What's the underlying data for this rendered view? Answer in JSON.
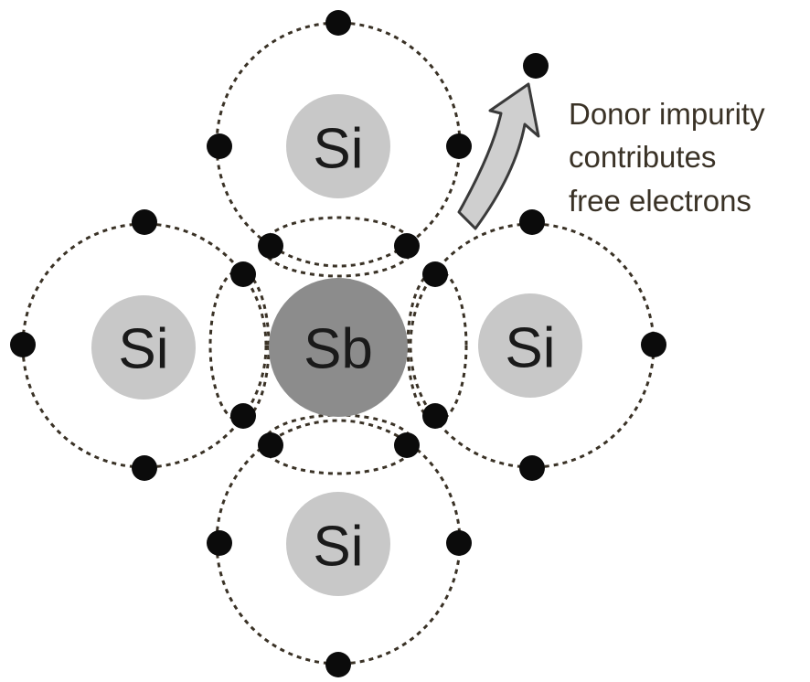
{
  "atoms": {
    "top": "Si",
    "left": "Si",
    "center": "Sb",
    "right": "Si",
    "bottom": "Si"
  },
  "caption": {
    "line1": "Donor impurity",
    "line2": "contributes",
    "line3": "free electrons"
  },
  "colors": {
    "silicon_atom": "#c8c8c8",
    "antimony_atom": "#8c8c8c",
    "electron": "#0b0b0b",
    "orbit": "#3a3226",
    "arrow": "#cfcfcf"
  }
}
